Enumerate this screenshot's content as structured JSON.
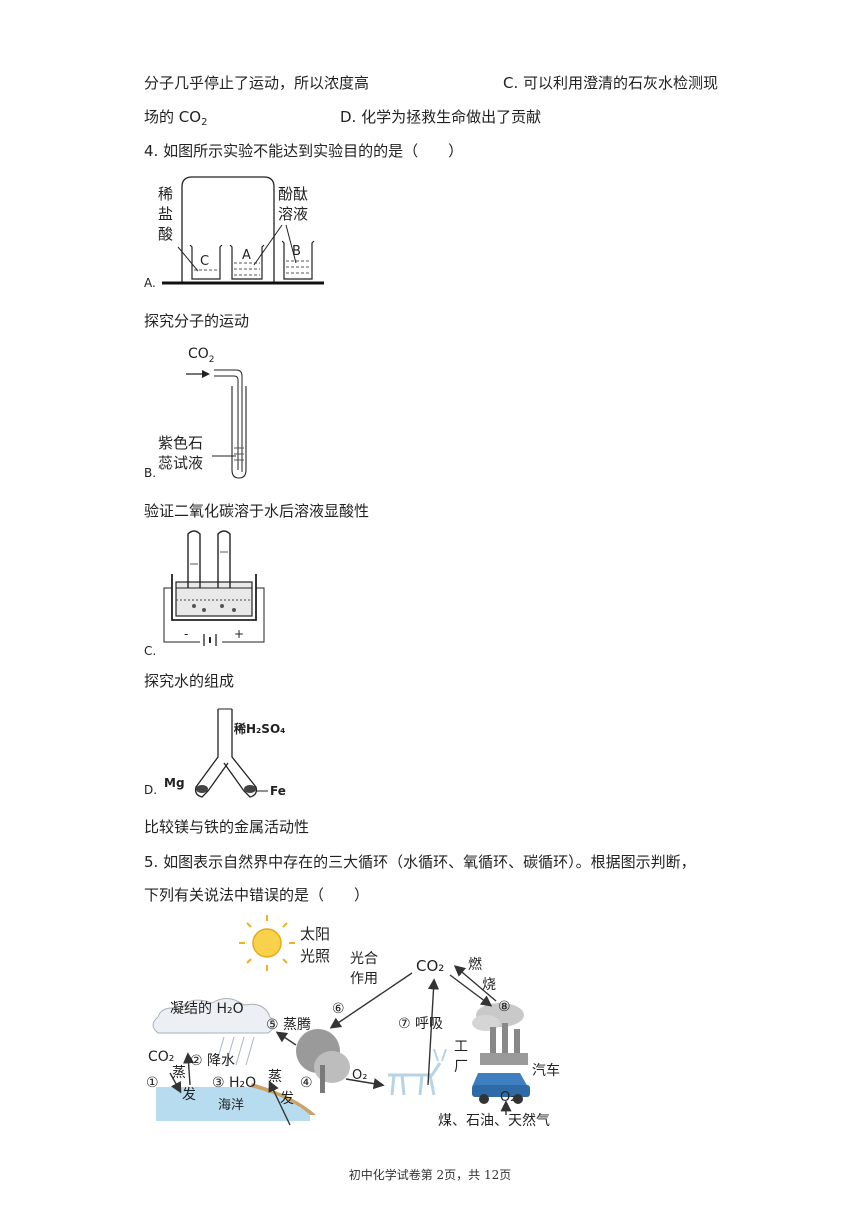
{
  "q3": {
    "line1_left": "分子几乎停止了运动，所以浓度高",
    "opt_c": "C. 可以利用澄清的石灰水检测现",
    "line2_pre": "场的 CO",
    "line2_sub": "2",
    "opt_d": "D. 化学为拯救生命做出了贡献"
  },
  "q4": {
    "stem": "4.  如图所示实验不能达到实验目的的是（　　）",
    "a_label": "A.",
    "a_desc": "探究分子的运动",
    "a_fig": {
      "left_liquid": [
        "稀",
        "盐",
        "酸"
      ],
      "right_liquid": [
        "酚酞",
        "溶液"
      ],
      "beakers": [
        "C",
        "A",
        "B"
      ]
    },
    "b_label": "B.",
    "b_desc": "验证二氧化碳溶于水后溶液显酸性",
    "b_fig": {
      "gas": "CO",
      "gas_sub": "2",
      "liquid": [
        "紫色石",
        "蕊试液"
      ]
    },
    "c_label": "C.",
    "c_desc": "探究水的组成",
    "c_fig": {
      "minus": "-",
      "plus": "+"
    },
    "d_label": "D.",
    "d_desc": "比较镁与铁的金属活动性",
    "d_fig": {
      "acid": "稀H₂SO₄",
      "left_metal": "Mg",
      "right_metal": "Fe"
    }
  },
  "q5": {
    "stem_line1": "5.  如图表示自然界中存在的三大循环（水循环、氧循环、碳循环）。根据图示判断，",
    "stem_line2": "下列有关说法中错误的是（　　）",
    "fig": {
      "sun": [
        "太阳",
        "光照"
      ],
      "photo": [
        "光合",
        "作用"
      ],
      "co2_top": "CO₂",
      "burn": [
        "燃",
        "烧"
      ],
      "n8": "⑧",
      "condense": "凝结的 H₂O",
      "n5": "⑤ 蒸腾",
      "n6": "⑥",
      "n7": "⑦ 呼吸",
      "factory": [
        "工",
        "厂"
      ],
      "co2_left": "CO₂",
      "n2": "② 降水",
      "o2_mid": "O₂",
      "car": "汽车",
      "n1": "①",
      "evap_l": [
        "蒸",
        "发"
      ],
      "n3": "③ H₂O",
      "evap_r": [
        "蒸",
        "发"
      ],
      "n4": "④",
      "ocean": "海洋",
      "o2_bottom": "O₂",
      "fuels": "煤、石油、天然气"
    }
  },
  "footer": "初中化学试卷第 2页，共 12页"
}
